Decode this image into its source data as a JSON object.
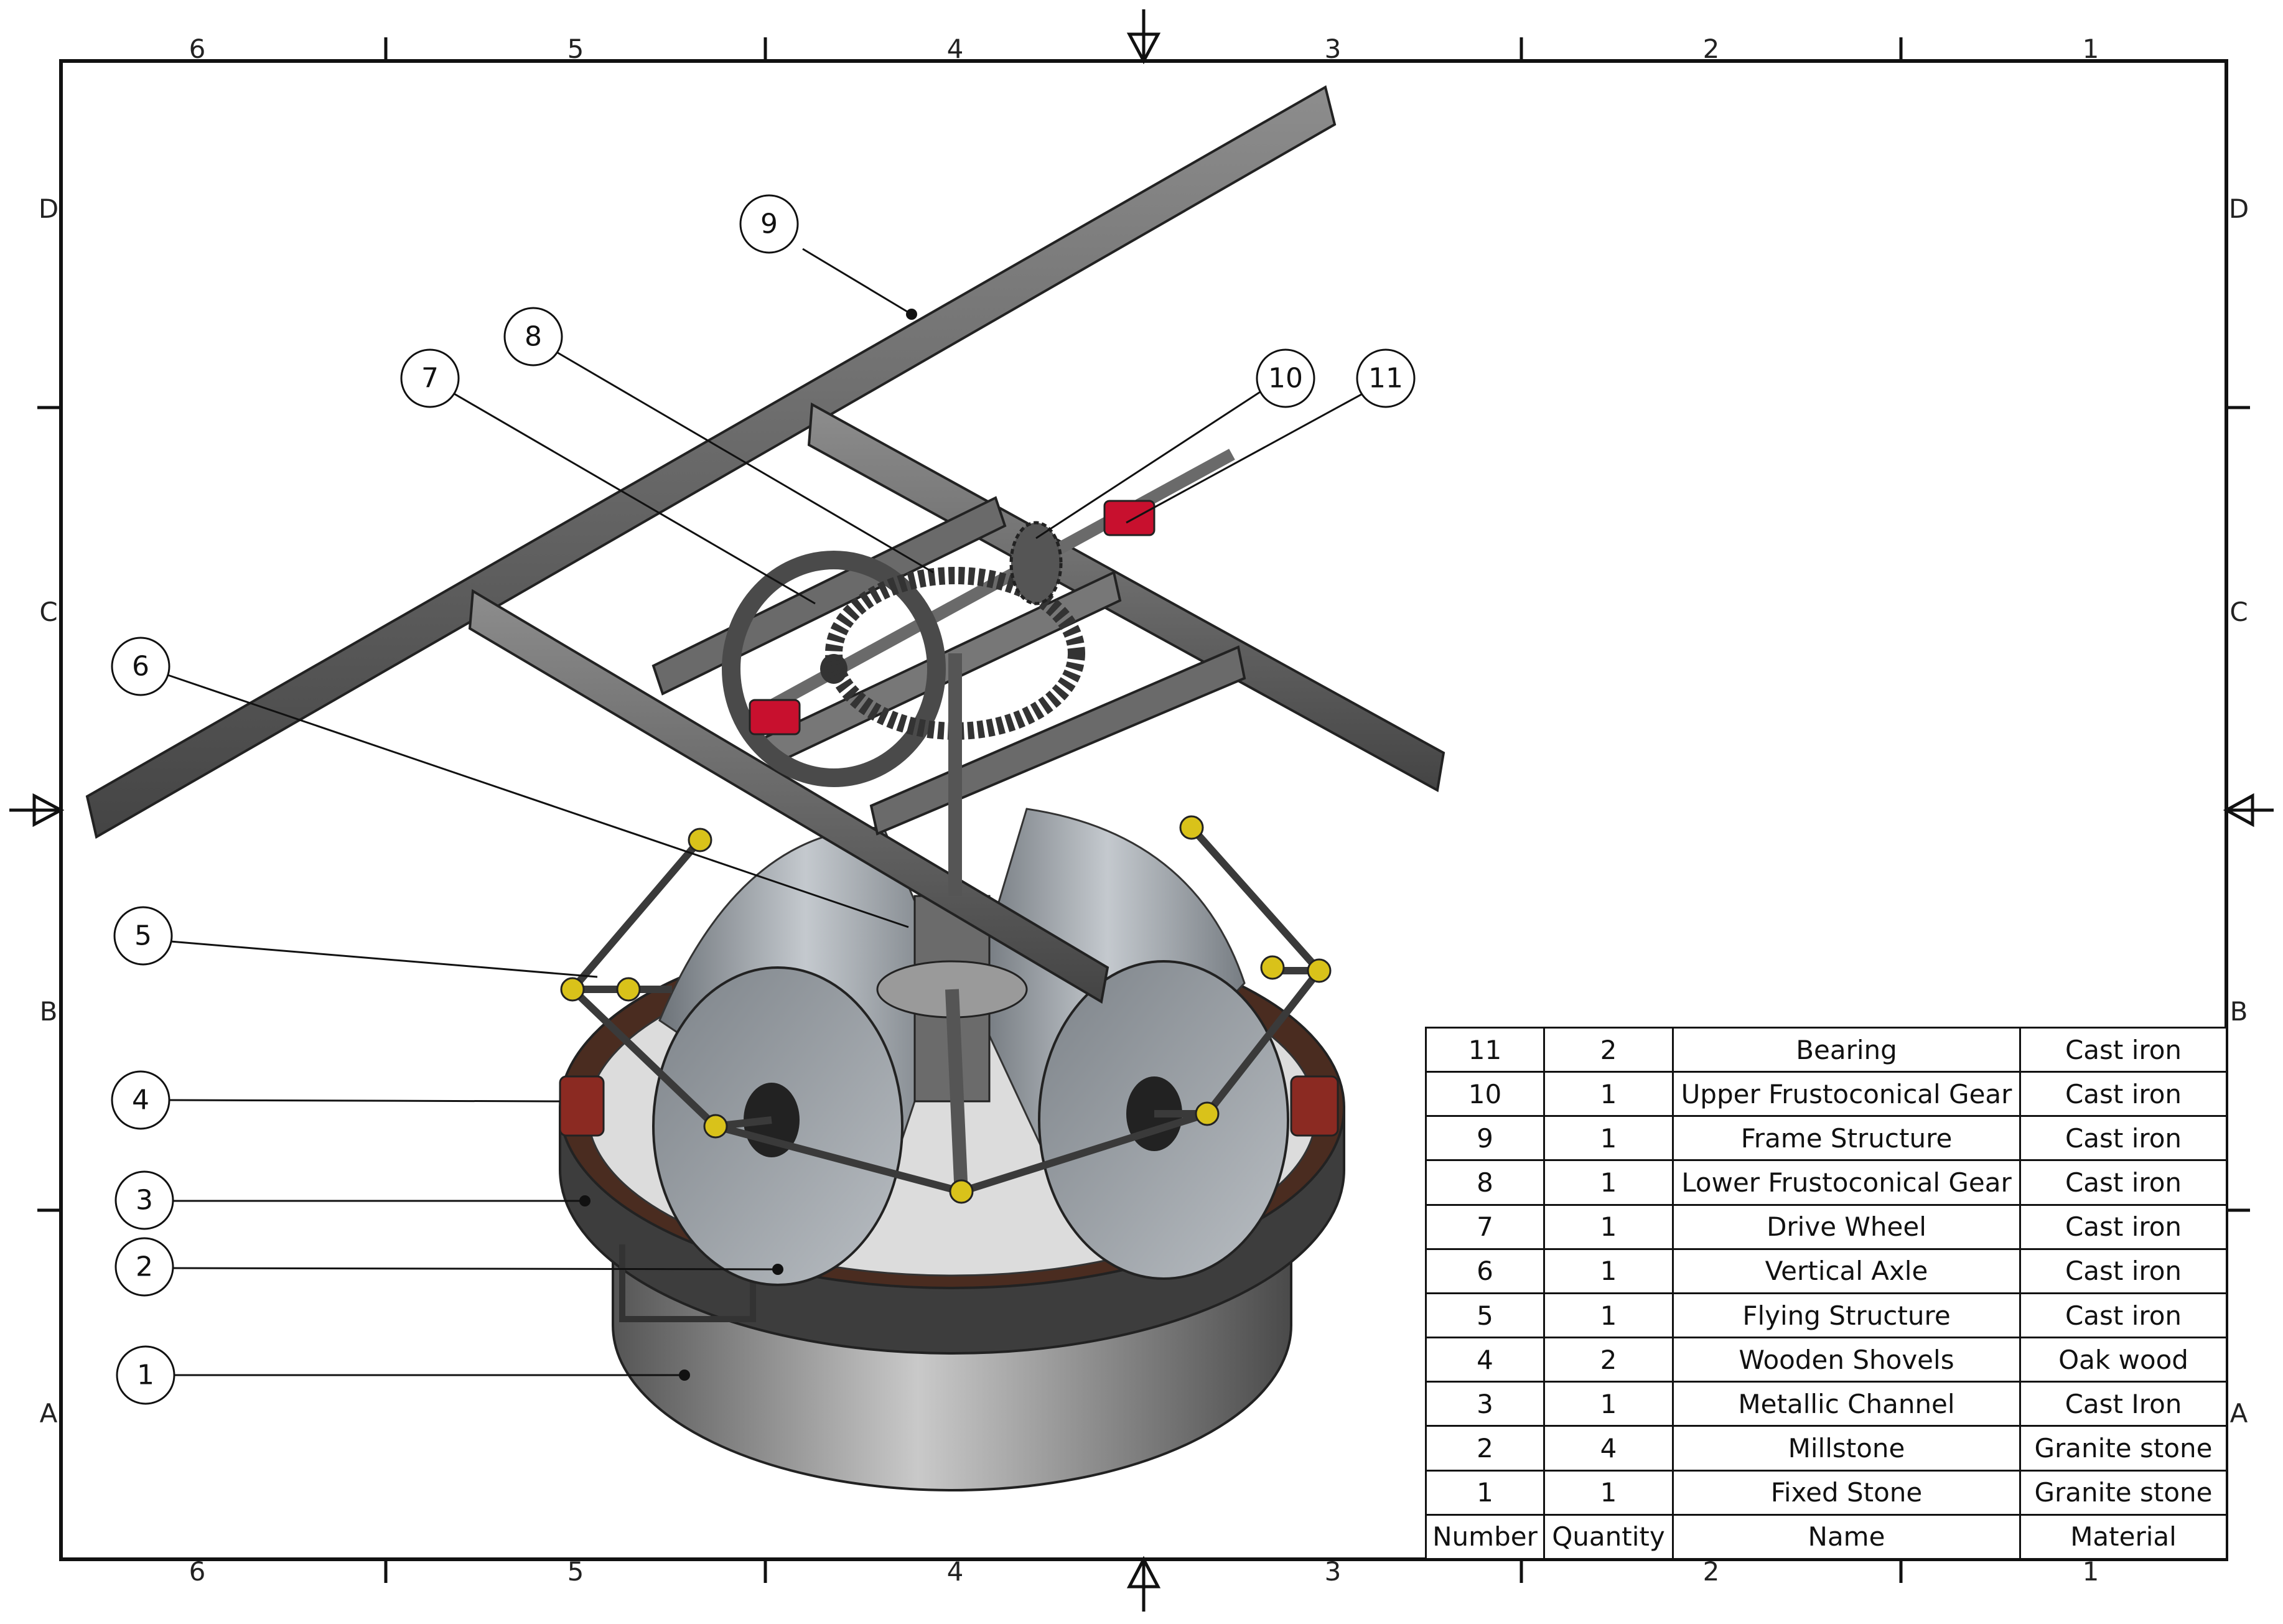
{
  "zones": {
    "columns": [
      "6",
      "5",
      "4",
      "3",
      "2",
      "1"
    ],
    "rows": [
      "D",
      "C",
      "B",
      "A"
    ]
  },
  "balloons": [
    "1",
    "2",
    "3",
    "4",
    "5",
    "6",
    "7",
    "8",
    "9",
    "10",
    "11"
  ],
  "bom": {
    "headers": [
      "Number",
      "Quantity",
      "Name",
      "Material"
    ],
    "rows": [
      {
        "number": "11",
        "quantity": "2",
        "name": "Bearing",
        "material": "Cast iron"
      },
      {
        "number": "10",
        "quantity": "1",
        "name": "Upper Frustoconical Gear",
        "material": "Cast iron"
      },
      {
        "number": "9",
        "quantity": "1",
        "name": "Frame Structure",
        "material": "Cast iron"
      },
      {
        "number": "8",
        "quantity": "1",
        "name": "Lower Frustoconical Gear",
        "material": "Cast iron"
      },
      {
        "number": "7",
        "quantity": "1",
        "name": "Drive Wheel",
        "material": "Cast iron"
      },
      {
        "number": "6",
        "quantity": "1",
        "name": "Vertical Axle",
        "material": "Cast iron"
      },
      {
        "number": "5",
        "quantity": "1",
        "name": "Flying Structure",
        "material": "Cast iron"
      },
      {
        "number": "4",
        "quantity": "2",
        "name": "Wooden Shovels",
        "material": "Oak wood"
      },
      {
        "number": "3",
        "quantity": "1",
        "name": "Metallic Channel",
        "material": "Cast Iron"
      },
      {
        "number": "2",
        "quantity": "4",
        "name": "Millstone",
        "material": "Granite stone"
      },
      {
        "number": "1",
        "quantity": "1",
        "name": "Fixed Stone",
        "material": "Granite stone"
      }
    ]
  },
  "colors": {
    "steel": "#5a5a5a",
    "steel_light": "#8a8a8a",
    "stone": "#9aa0a6",
    "bearing_red": "#c8102e",
    "joint_yellow": "#d9c21a",
    "channel_brown": "#5b3a2a"
  }
}
